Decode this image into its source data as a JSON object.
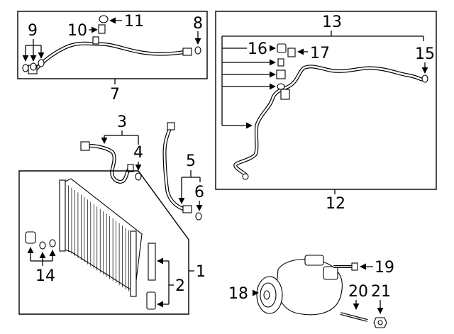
{
  "callouts": {
    "c1": "1",
    "c2": "2",
    "c3": "3",
    "c4": "4",
    "c5": "5",
    "c6": "6",
    "c7": "7",
    "c8": "8",
    "c9": "9",
    "c10": "10",
    "c11": "11",
    "c12": "12",
    "c13": "13",
    "c14": "14",
    "c15": "15",
    "c16": "16",
    "c17": "17",
    "c18": "18",
    "c19": "19",
    "c20": "20",
    "c21": "21"
  },
  "icons": {
    "arrow": "arrowhead-icon"
  }
}
